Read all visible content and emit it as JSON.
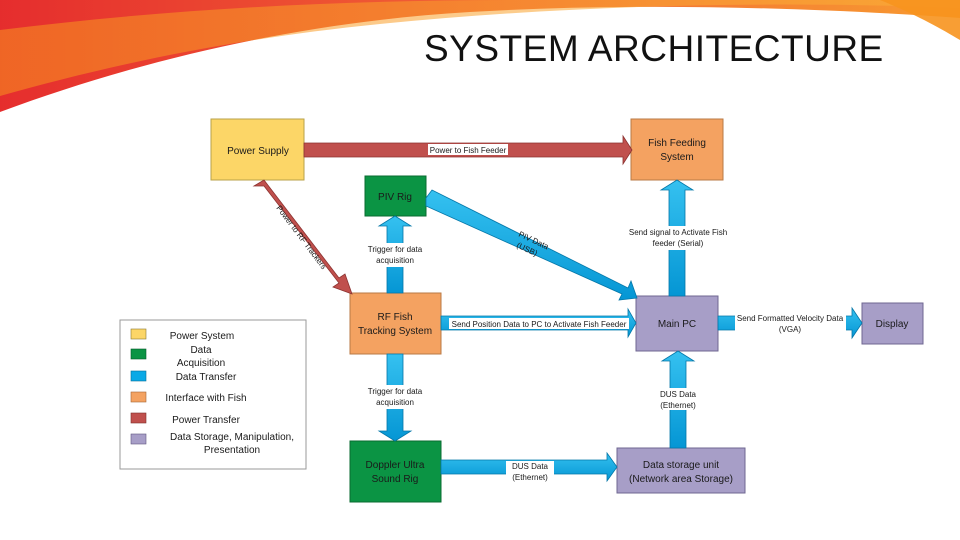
{
  "slide": {
    "title": "SYSTEM ARCHITECTURE"
  },
  "colors": {
    "power": "#fcd667",
    "data_acq": "#0b9444",
    "data_transfer": "#0aa9e6",
    "fish": "#f4a261",
    "power_transfer": "#c0504d",
    "storage": "#a79ec7",
    "deco_red": "#e8211b",
    "deco_orange": "#f7941d"
  },
  "boxes": {
    "power_supply": "Power Supply",
    "fish_feeding": [
      "Fish Feeding",
      "System"
    ],
    "piv_rig": "PIV Rig",
    "rf_fish": [
      "RF Fish",
      "Tracking System"
    ],
    "main_pc": "Main PC",
    "display": "Display",
    "doppler": [
      "Doppler Ultra",
      "Sound Rig"
    ],
    "storage": [
      "Data storage unit",
      "(Network area Storage)"
    ]
  },
  "arrows": {
    "power_to_feeder": "Power to Fish Feeder",
    "power_to_rf": "Power to RF Trackers",
    "trigger_top": [
      "Trigger for data",
      "acquisition"
    ],
    "trigger_bottom": [
      "Trigger for data",
      "acquisition"
    ],
    "piv_data": [
      "PIV Data",
      "(USB)"
    ],
    "send_signal": [
      "Send signal to Activate Fish",
      "feeder (Serial)"
    ],
    "send_position": "Send Position Data to PC to Activate Fish Feeder",
    "send_velocity": [
      "Send Formatted Velocity Data",
      "(VGA)"
    ],
    "dus_data_right": [
      "DUS Data",
      "(Ethernet)"
    ],
    "dus_data_up": [
      "DUS Data",
      "(Ethernet)"
    ]
  },
  "legend": {
    "items": [
      {
        "label": "Power System",
        "color": "#fcd667"
      },
      {
        "label": "Data Acquisition",
        "color": "#0b9444"
      },
      {
        "label": "Data Transfer",
        "color": "#0aa9e6"
      },
      {
        "label": "Interface with Fish",
        "color": "#f4a261"
      },
      {
        "label": "Power Transfer",
        "color": "#c0504d"
      },
      {
        "label": "Data Storage, Manipulation, Presentation",
        "color": "#a79ec7"
      }
    ],
    "lines": {
      "data_1": "Data",
      "data_2": "Acquisition",
      "storage_1": "Data Storage, Manipulation,",
      "storage_2": "Presentation"
    }
  }
}
